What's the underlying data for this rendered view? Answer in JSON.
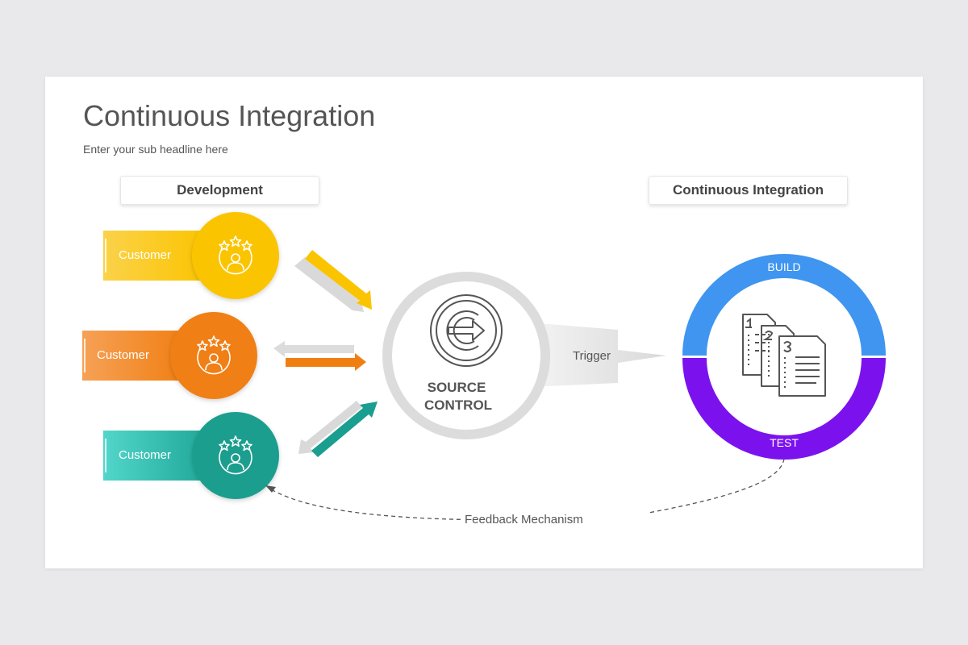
{
  "header": {
    "title": "Continuous Integration",
    "subtitle": "Enter your sub headline here"
  },
  "sections": {
    "left_label": "Development",
    "right_label": "Continuous Integration"
  },
  "customers": [
    {
      "label": "Customer",
      "color": "#fbbf00"
    },
    {
      "label": "Customer",
      "color": "#f07f12"
    },
    {
      "label": "Customer",
      "color": "#1a9e8f"
    }
  ],
  "source_control": {
    "line1": "SOURCE",
    "line2": "CONTROL",
    "icon": "source-control-icon"
  },
  "trigger_label": "Trigger",
  "ci_ring": {
    "top_label": "BUILD",
    "bottom_label": "TEST",
    "top_color": "#3f95f0",
    "bottom_color": "#7b12ee",
    "icon": "documents-icon"
  },
  "feedback_label": "Feedback Mechanism"
}
